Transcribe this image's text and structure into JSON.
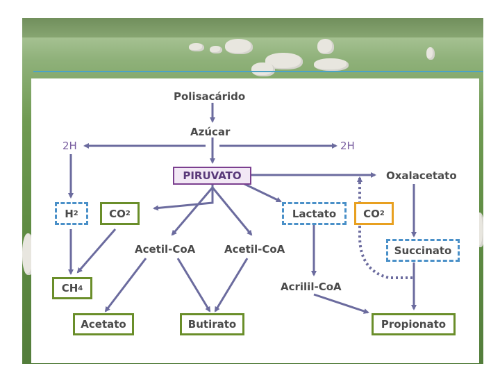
{
  "diagram": {
    "nodes": {
      "polisacarido": "Polisacárido",
      "azucar": "Azúcar",
      "h2_left": "2H",
      "h2_right": "2H",
      "piruvato": "PIRUVATO",
      "oxalacetato": "Oxalacetato",
      "h2_box_main": "H",
      "h2_box_sub": "2",
      "co2_left_main": "CO",
      "co2_left_sub": "2",
      "lactato": "Lactato",
      "co2_right_main": "CO",
      "co2_right_sub": "2",
      "succinato": "Succinato",
      "acetil_coa_1": "Acetil-CoA",
      "acetil_coa_2": "Acetil-CoA",
      "ch4_main": "CH",
      "ch4_sub": "4",
      "acrilil_coa": "Acrilil-CoA",
      "acetato": "Acetato",
      "butirato": "Butirato",
      "propionato": "Propionato"
    },
    "colors": {
      "arrow": "#6b6b9e",
      "green_box": "#6a8e2a",
      "blue_dashed_box": "#4a90c8",
      "orange_box": "#e8a020",
      "piruvato_border": "#7b3f8f",
      "background_photo": "pasture-with-cattle"
    }
  }
}
